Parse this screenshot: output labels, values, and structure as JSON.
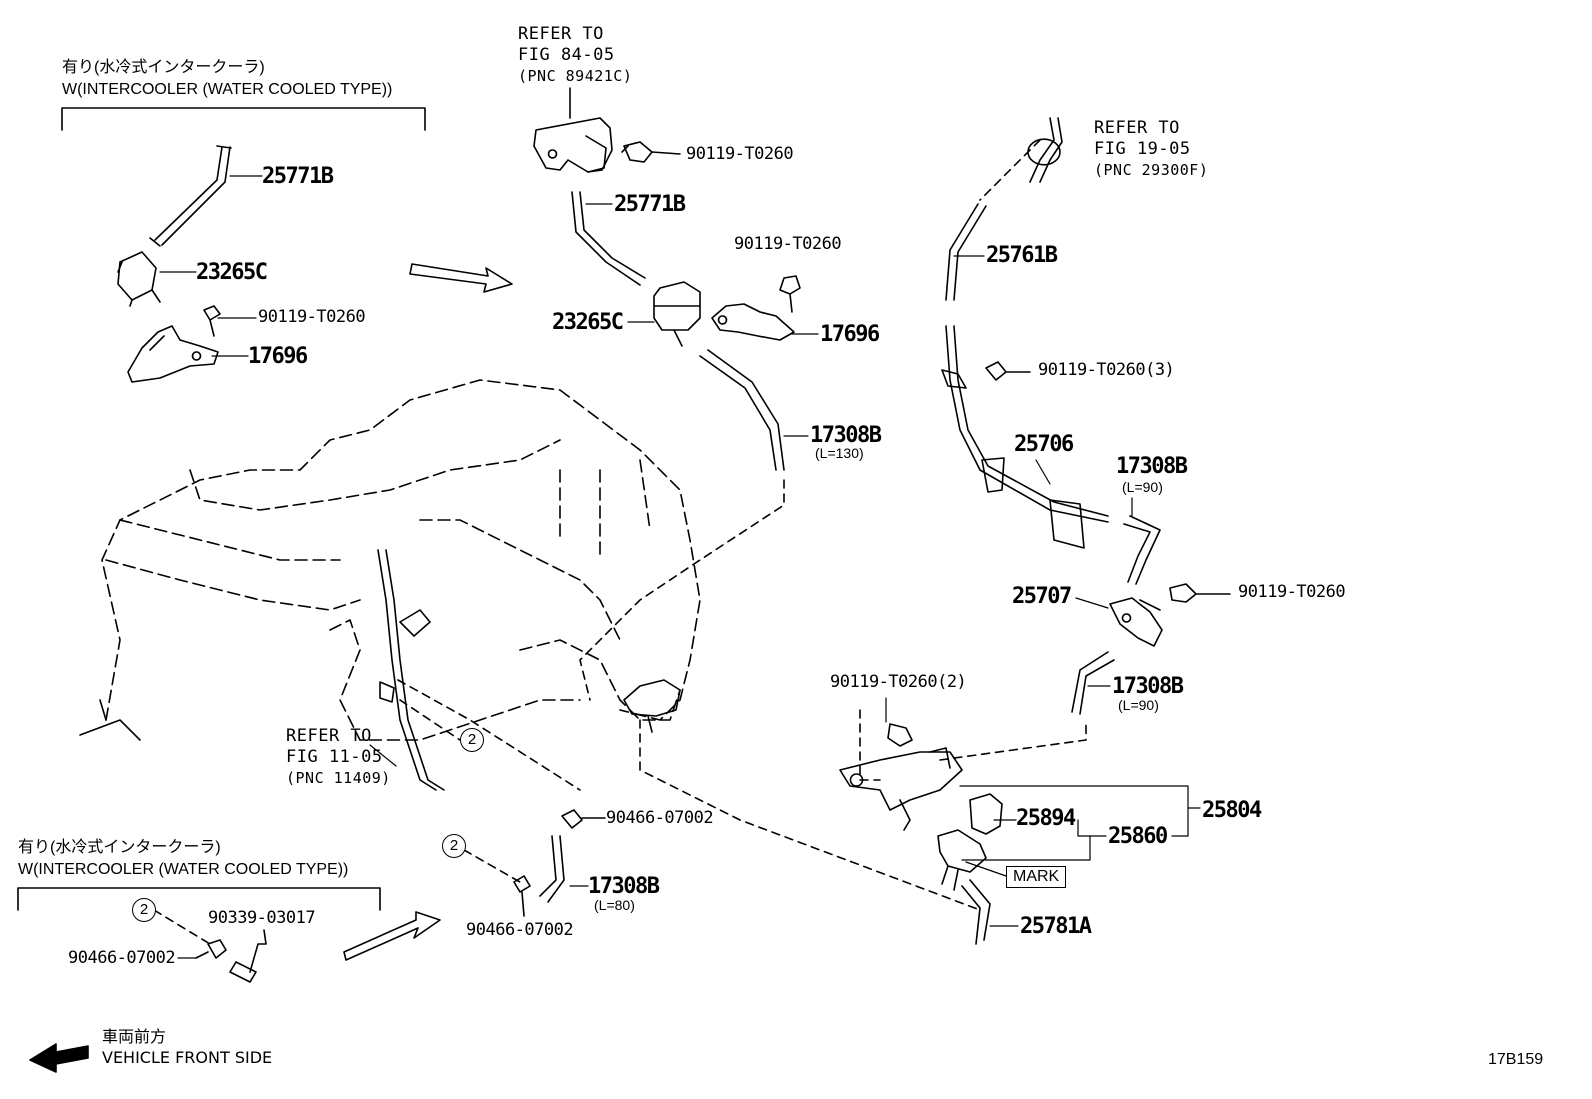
{
  "notes": {
    "top_left_jp": "有り(水冷式インタークーラ)",
    "top_left_en": "W(INTERCOOLER (WATER COOLED TYPE))",
    "bottom_left_jp": "有り(水冷式インタークーラ)",
    "bottom_left_en": "W(INTERCOOLER (WATER COOLED TYPE))"
  },
  "refs": {
    "fig84": [
      "REFER TO",
      "FIG 84-05",
      "(PNC 89421C)"
    ],
    "fig19": [
      "REFER TO",
      "FIG 19-05",
      "(PNC 29300F)"
    ],
    "fig11": [
      "REFER TO",
      "FIG 11-05",
      "(PNC 11409)"
    ]
  },
  "parts": {
    "p25771B_a": "25771B",
    "p23265C_a": "23265C",
    "p90119_a": "90119-T0260",
    "p17696_a": "17696",
    "p90119_b": "90119-T0260",
    "p25771B_b": "25771B",
    "p90119_c": "90119-T0260",
    "p23265C_b": "23265C",
    "p17696_b": "17696",
    "p17308B_a": "17308B",
    "p17308B_a_len": "(L=130)",
    "p25761B": "25761B",
    "p90119_3": "90119-T0260(3)",
    "p25706": "25706",
    "p17308B_b": "17308B",
    "p17308B_b_len": "(L=90)",
    "p25707": "25707",
    "p90119_d": "90119-T0260",
    "p17308B_c": "17308B",
    "p17308B_c_len": "(L=90)",
    "p90119_2": "90119-T0260(2)",
    "p25804": "25804",
    "p25894": "25894",
    "p25860": "25860",
    "mark": "MARK",
    "p25781A": "25781A",
    "p90466_a": "90466-07002",
    "p17308B_d": "17308B",
    "p17308B_d_len": "(L=80)",
    "p90466_b": "90466-07002",
    "p90339": "90339-03017",
    "p90466_c": "90466-07002",
    "circle_num": "2"
  },
  "footer": {
    "front_jp": "車両前方",
    "front_en": "VEHICLE FRONT SIDE",
    "code": "17B159"
  }
}
